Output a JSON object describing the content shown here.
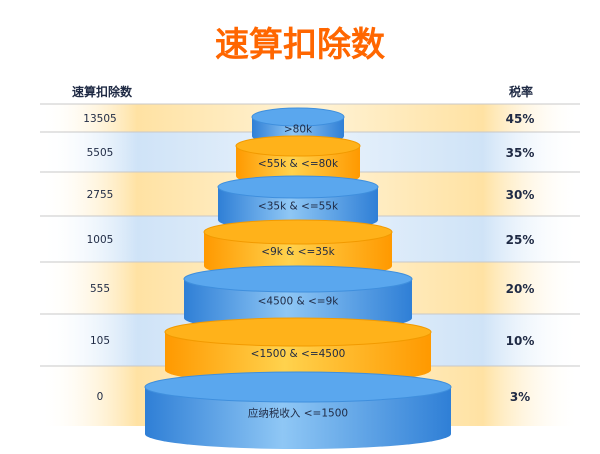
{
  "chart_data": {
    "type": "table",
    "title": "速算扣除数",
    "left_header": "速算扣除数",
    "right_header": "税率",
    "rows": [
      {
        "deduction": "13505",
        "range": ">80k",
        "rate": "45%"
      },
      {
        "deduction": "5505",
        "range": "<55k & <=80k",
        "rate": "35%"
      },
      {
        "deduction": "2755",
        "range": "<35k & <=55k",
        "rate": "30%"
      },
      {
        "deduction": "1005",
        "range": "<9k & <=35k",
        "rate": "25%"
      },
      {
        "deduction": "555",
        "range": "<4500 & <=9k",
        "rate": "20%"
      },
      {
        "deduction": "105",
        "range": "<1500 & <=4500",
        "rate": "10%"
      },
      {
        "deduction": "0",
        "range": "应纳税收入 <=1500",
        "rate": "3%"
      }
    ]
  },
  "colors": {
    "title": "#ff6600",
    "blue": "#4a9fe8",
    "blue_light": "#cfe4f8",
    "orange": "#ffb000",
    "orange_light": "#ffe3a6",
    "text": "#1f2a44",
    "separator": "#bfbfbf"
  }
}
